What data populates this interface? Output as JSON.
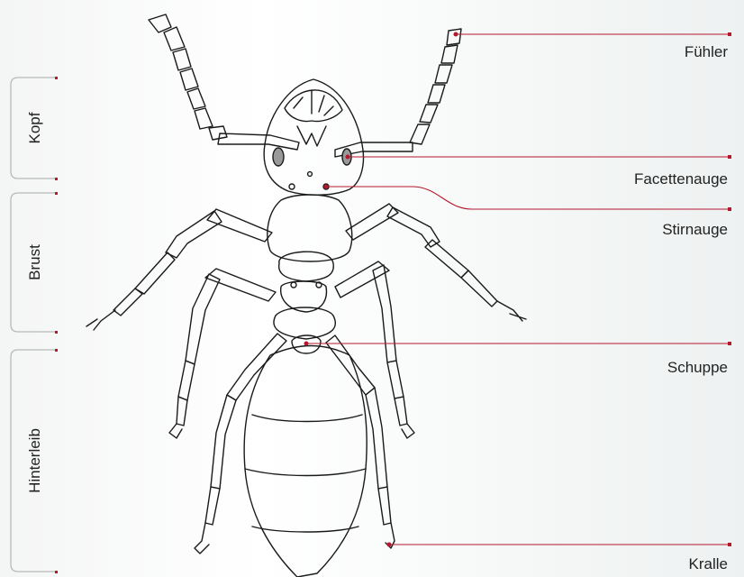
{
  "labels": {
    "fuehler": "Fühler",
    "facettenauge": "Facettenauge",
    "stirnauge": "Stirnauge",
    "schuppe": "Schuppe",
    "kralle": "Kralle"
  },
  "regions": {
    "kopf": "Kopf",
    "brust": "Brust",
    "hinterleib": "Hinterleib"
  },
  "colors": {
    "leader": "#b4182d",
    "bracket": "#b9b9b9",
    "ink": "#1a1a1a"
  }
}
